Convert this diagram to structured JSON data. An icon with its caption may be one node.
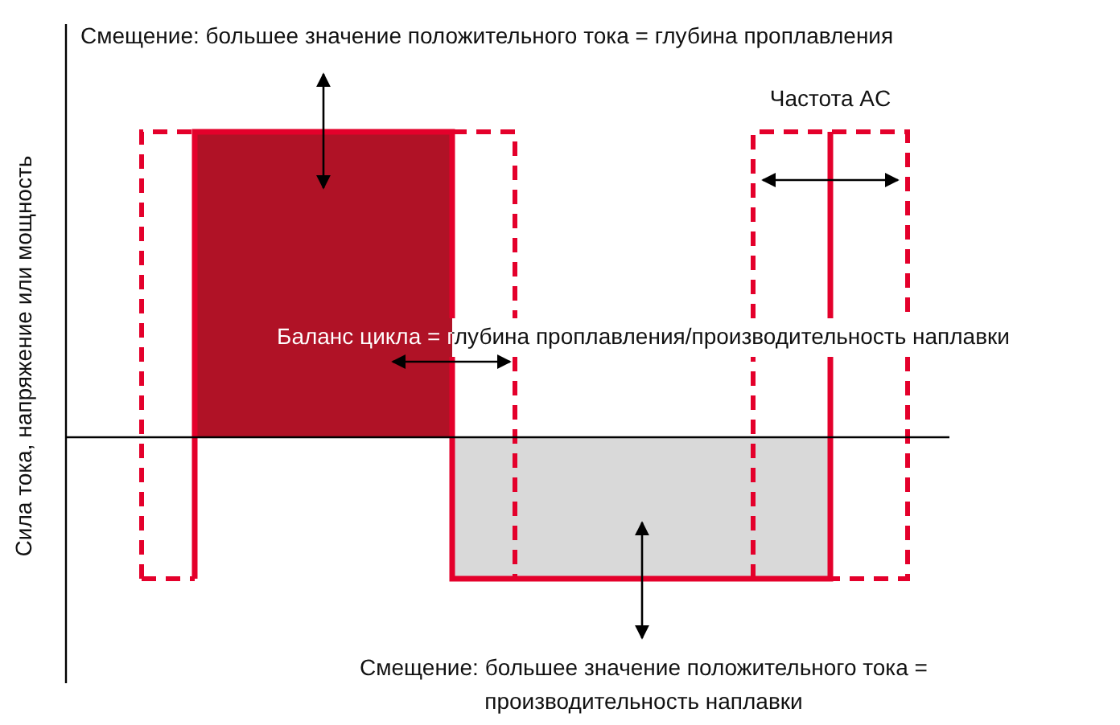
{
  "diagram": {
    "labels": [
      "Смещение: большее значение положительного тока = глубина проплавления",
      "Частота AC",
      "Баланс цикла = глубина проплавления/производительность наплавки",
      "Смещение: большее значение положительного тока = производительность наплавки",
      "Сила тока, напряжение или мощность"
    ]
  }
}
